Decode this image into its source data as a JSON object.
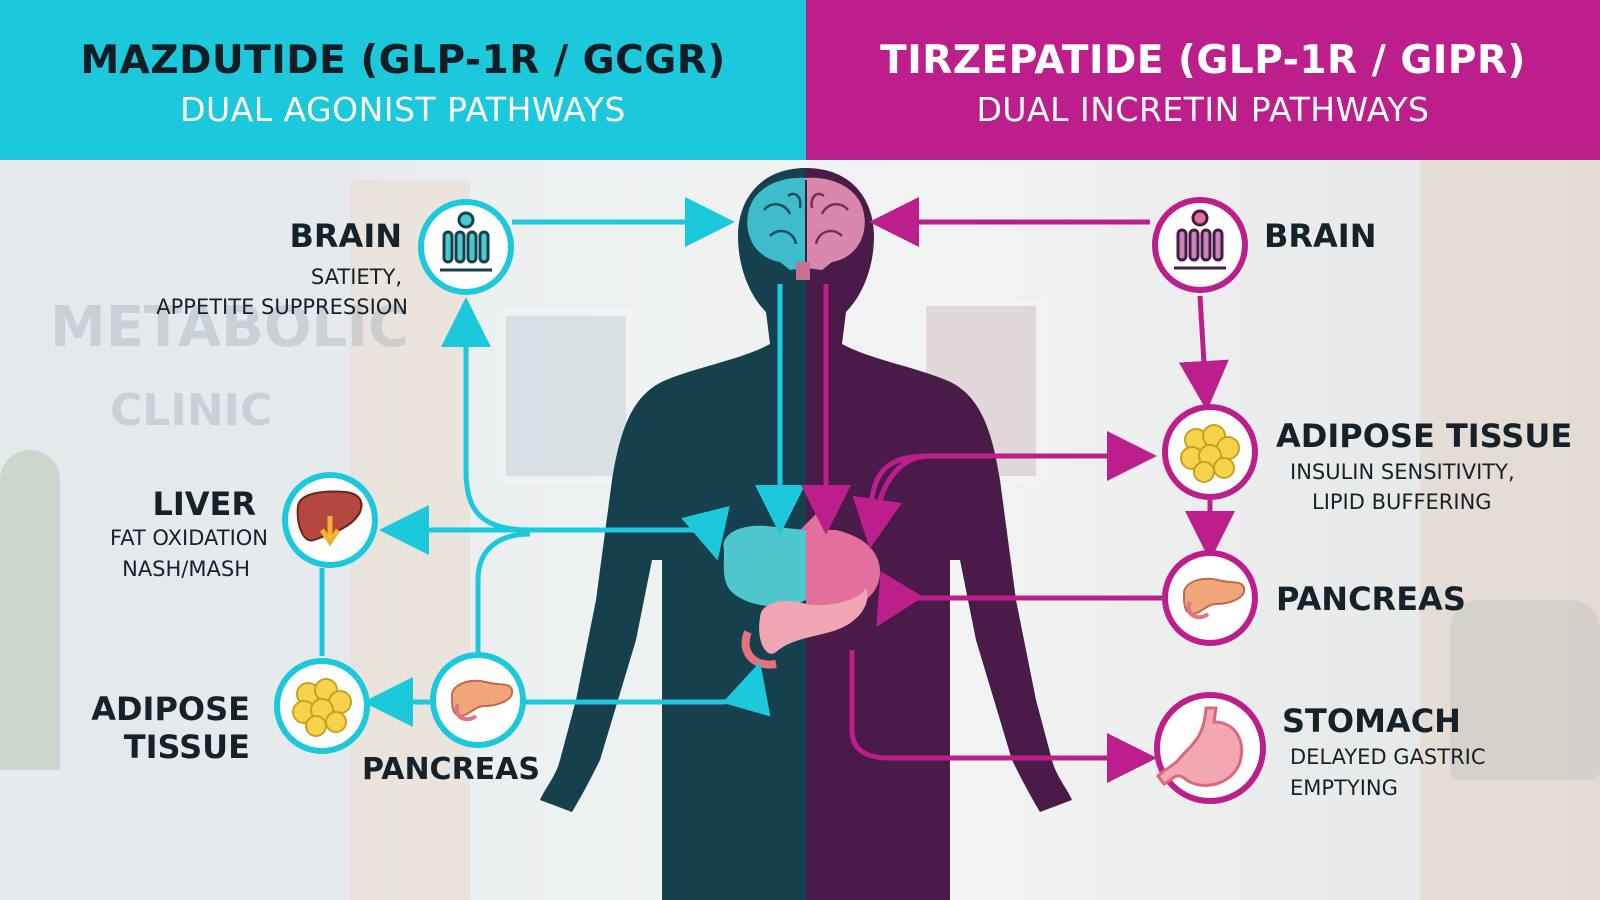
{
  "header": {
    "left": {
      "title": "MAZDUTIDE (GLP-1R / GCGR)",
      "subtitle": "DUAL AGONIST PATHWAYS"
    },
    "right": {
      "title": "TIRZEPATIDE (GLP-1R / GIPR)",
      "subtitle": "DUAL INCRETIN PATHWAYS"
    }
  },
  "background": {
    "sign_line1": "METABOLIC",
    "sign_line2": "CLINIC"
  },
  "left_nodes": {
    "brain": {
      "title": "BRAIN",
      "desc1": "SATIETY,",
      "desc2": "APPETITE SUPPRESSION"
    },
    "liver": {
      "title": "LIVER",
      "desc1": "FAT OXIDATION",
      "desc2": "NASH/MASH"
    },
    "adipose": {
      "title1": "ADIPOSE",
      "title2": "TISSUE"
    },
    "pancreas": {
      "title": "PANCREAS"
    }
  },
  "right_nodes": {
    "brain": {
      "title": "BRAIN"
    },
    "adipose": {
      "title": "ADIPOSE TISSUE",
      "desc1": "INSULIN SENSITIVITY,",
      "desc2": "LIPID BUFFERING"
    },
    "pancreas": {
      "title": "PANCREAS"
    },
    "stomach": {
      "title": "STOMACH",
      "desc1": "DELAYED GASTRIC",
      "desc2": "EMPTYING"
    }
  },
  "colors": {
    "cyan": "#1cc8dc",
    "magenta": "#bc1e8c",
    "body_left": "#17404f",
    "body_right": "#4a1a48"
  },
  "icons": [
    "receptor-icon",
    "liver-icon",
    "adipose-icon",
    "pancreas-icon",
    "stomach-icon",
    "brain-icon",
    "gut-organs-icon"
  ]
}
